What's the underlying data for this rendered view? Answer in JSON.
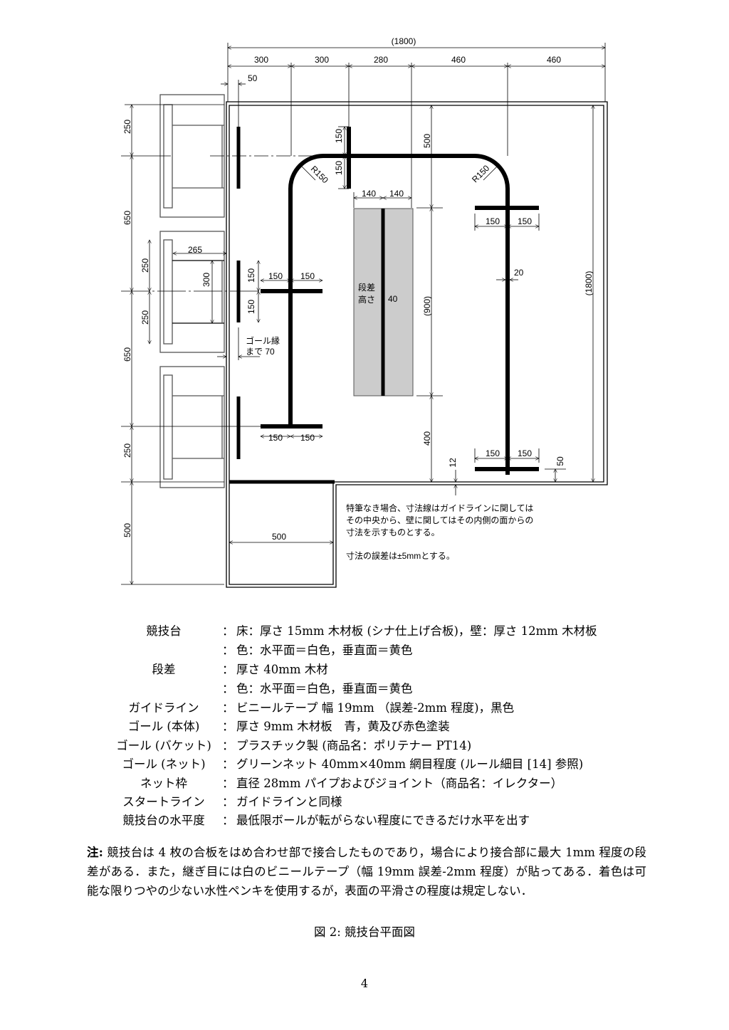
{
  "diagram": {
    "top_total": "(1800)",
    "top_segments": [
      "300",
      "300",
      "280",
      "460",
      "460"
    ],
    "offset_50": "50",
    "left_dims": [
      "250",
      "650",
      "650",
      "250",
      "500"
    ],
    "goal_dims": {
      "depth": "265",
      "height": "300",
      "half_a": "250",
      "half_b": "250"
    },
    "goal_bar_dims": [
      "150",
      "150"
    ],
    "goal_edge_label": [
      "ゴール縁",
      "まで 70"
    ],
    "cross_dims": [
      "150",
      "150"
    ],
    "top_cross_dims": [
      "150",
      "150"
    ],
    "step_width_dims": [
      "140",
      "140"
    ],
    "radius_labels": [
      "R150",
      "R150"
    ],
    "step_label": [
      "段差",
      "高さ"
    ],
    "step_height": "40",
    "vertical_dims": {
      "top": "500",
      "middle": "(900)",
      "bottom": "400"
    },
    "line_width": "20",
    "right_total": "(1800)",
    "end_offset": "50",
    "wall_thickness": "12",
    "start_width": "500",
    "note_lines": [
      "特筆なき場合、寸法線はガイドラインに関しては",
      "その中央から、壁に関してはその内側の面からの",
      "寸法を示すものとする。",
      "寸法の誤差は±5mmとする。"
    ]
  },
  "specs": [
    {
      "label": "競技台",
      "value": "床：厚さ 15mm 木材板 (シナ仕上げ合板)，壁：厚さ 12mm 木材板"
    },
    {
      "label": "",
      "value": "色：水平面＝白色，垂直面＝黄色"
    },
    {
      "label": "段差",
      "value": "厚さ 40mm 木材"
    },
    {
      "label": "",
      "value": "色：水平面＝白色，垂直面＝黄色"
    },
    {
      "label": "ガイドライン",
      "value": "ビニールテープ 幅 19mm （誤差-2mm 程度)，黒色"
    },
    {
      "label": "ゴール (本体)",
      "value": "厚さ 9mm 木材板　青，黄及び赤色塗装"
    },
    {
      "label": "ゴール (バケット)",
      "value": "プラスチック製 (商品名：ポリテナー PT14)"
    },
    {
      "label": "ゴール (ネット)",
      "value": "グリーンネット 40mm×40mm 網目程度 (ルール細目 [14] 参照)"
    },
    {
      "label": "ネット枠",
      "value": "直径 28mm パイプおよびジョイント（商品名：イレクター）"
    },
    {
      "label": "スタートライン",
      "value": "ガイドラインと同様"
    },
    {
      "label": "競技台の水平度",
      "value": "最低限ボールが転がらない程度にできるだけ水平を出す"
    }
  ],
  "colon": "：",
  "note": {
    "prefix": "注:",
    "text": "競技台は 4 枚の合板をはめ合わせ部で接合したものであり，場合により接合部に最大 1mm 程度の段差がある．また，継ぎ目には白のビニールテープ（幅 19mm 誤差-2mm 程度）が貼ってある．着色は可能な限りつやの少ない水性ペンキを使用するが，表面の平滑さの程度は規定しない．"
  },
  "caption": "図 2: 競技台平面図",
  "page_number": "4"
}
